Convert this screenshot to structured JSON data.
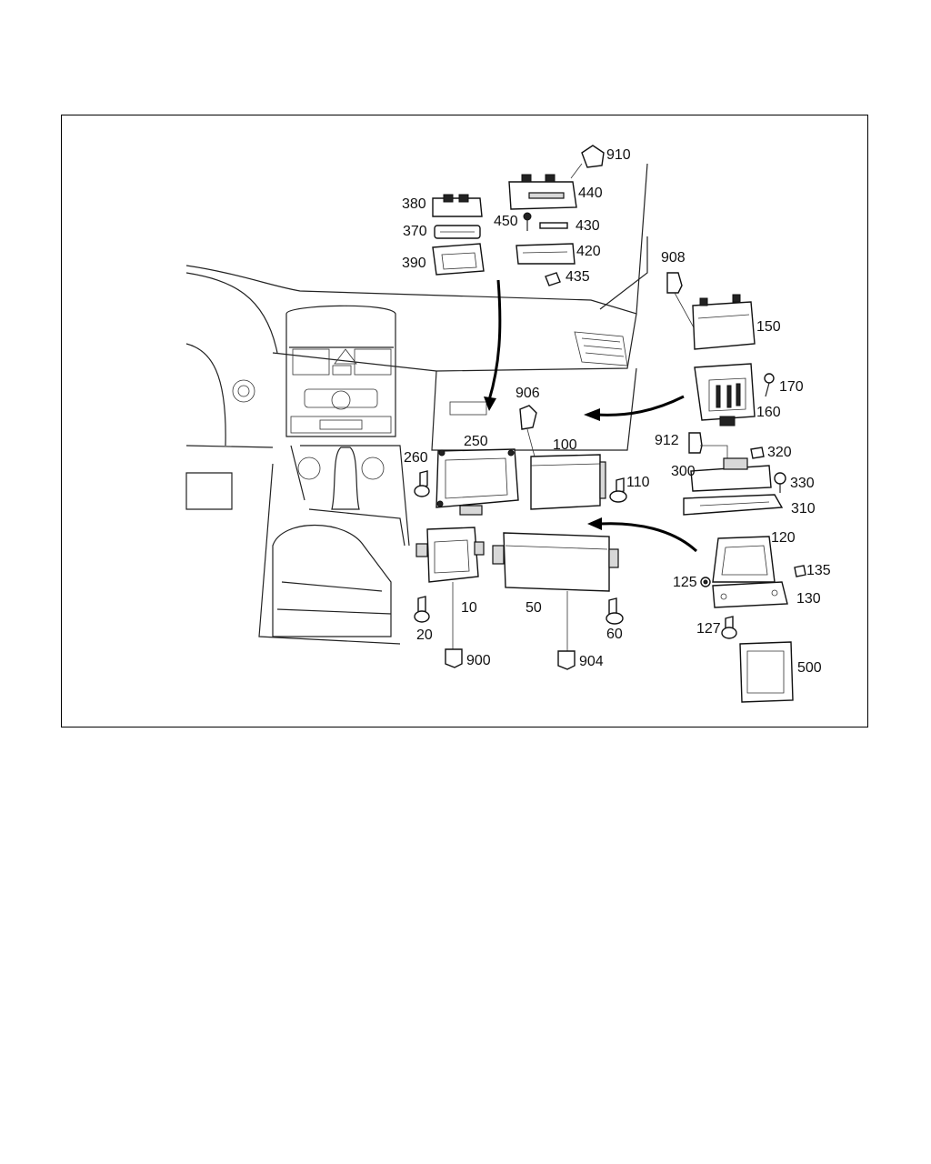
{
  "labels": {
    "p10": "10",
    "p20": "20",
    "p50": "50",
    "p60": "60",
    "p100": "100",
    "p110": "110",
    "p120": "120",
    "p125": "125",
    "p127": "127",
    "p130": "130",
    "p135": "135",
    "p150": "150",
    "p160": "160",
    "p170": "170",
    "p250": "250",
    "p260": "260",
    "p300": "300",
    "p310": "310",
    "p320": "320",
    "p330": "330",
    "p370": "370",
    "p380": "380",
    "p390": "390",
    "p420": "420",
    "p430": "430",
    "p435": "435",
    "p440": "440",
    "p450": "450",
    "p500": "500",
    "p900": "900",
    "p904": "904",
    "p906": "906",
    "p908": "908",
    "p910": "910",
    "p912": "912"
  }
}
